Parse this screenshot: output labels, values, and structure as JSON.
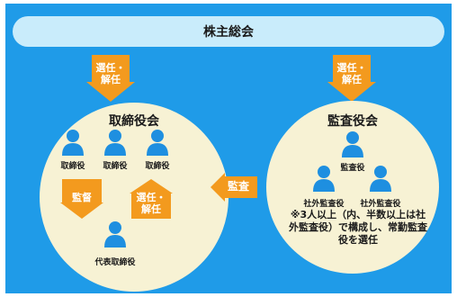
{
  "header": {
    "title": "株主総会"
  },
  "arrows": {
    "board_elect": "選任・\n解任",
    "auditors_elect": "選任・\n解任",
    "audit": "監査",
    "supervise": "監督",
    "rep_elect": "選任・\n解任"
  },
  "board": {
    "title": "取締役会",
    "directors": [
      "取締役",
      "取締役",
      "取締役"
    ],
    "representative": "代表取締役"
  },
  "auditors": {
    "title": "監査役会",
    "auditor": "監査役",
    "outside": [
      "社外監査役",
      "社外監査役"
    ],
    "note": "※3人以上（内、半数以上は社外監査役）で構成し、常勤監査役を選任"
  },
  "colors": {
    "background": "#1f9be8",
    "arrow": "#f39a1e",
    "person": "#1e8fe0",
    "circle": "#f7f2d4",
    "bar": "#c9ecfb"
  }
}
